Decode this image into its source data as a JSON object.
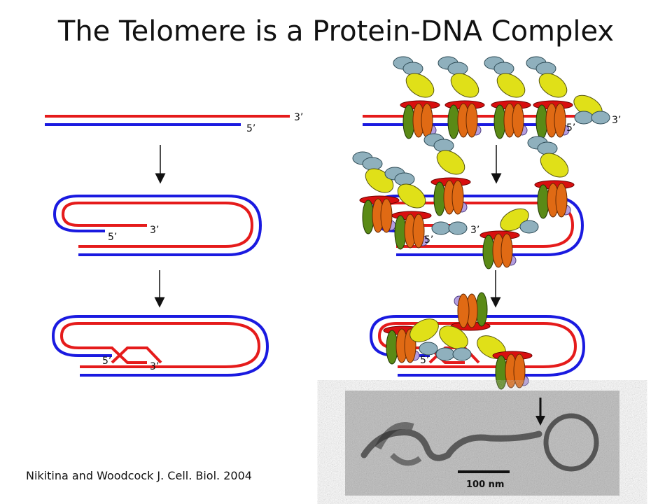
{
  "title": "The Telomere is a Protein-DNA Complex",
  "caption": "Nikitina and Woodcock J. Cell. Biol. 2004",
  "labels": {
    "three_prime": "3’",
    "five_prime": "5’"
  },
  "micrograph": {
    "scale_bar": "100 nm"
  },
  "colors": {
    "strand_red": "#e51b1b",
    "strand_blue": "#1a1ae0",
    "protein_green": "#5a8a16",
    "protein_orange": "#e06a14",
    "protein_red_cap": "#d80f0f",
    "protein_yellow": "#e0e018",
    "protein_lilac": "#b49ee0",
    "protein_grey": "#8fb0bd"
  }
}
